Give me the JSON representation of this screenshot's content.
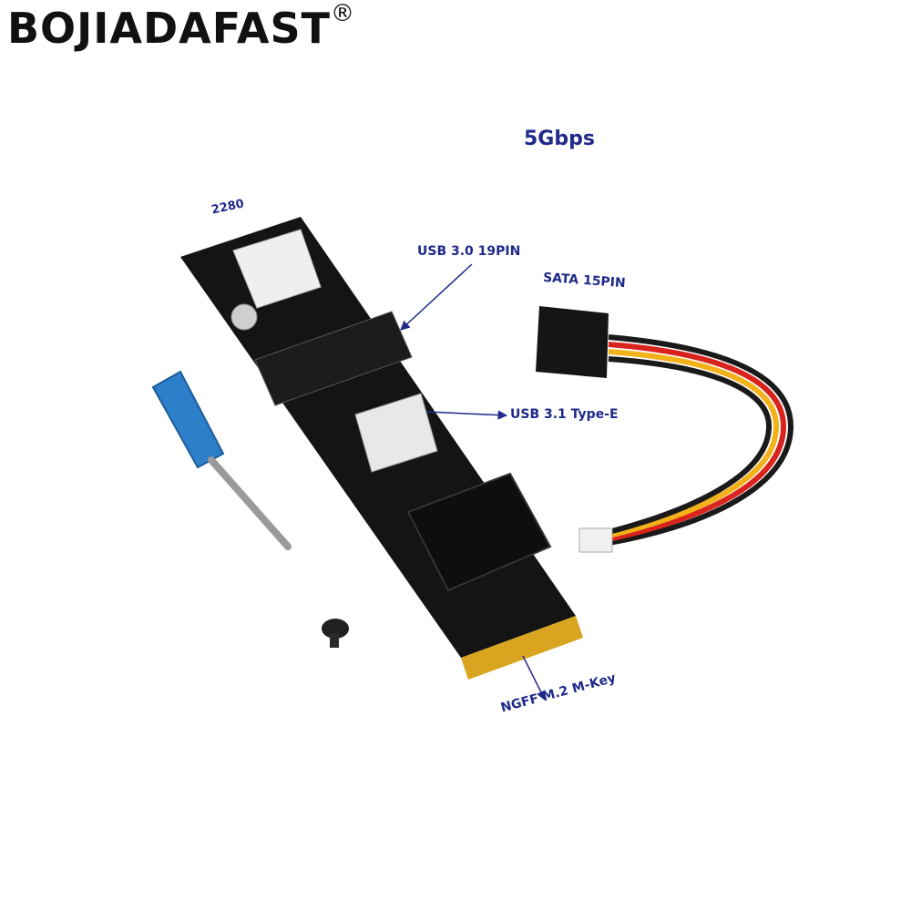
{
  "brand": {
    "name": "BOJIADAFAST",
    "reg_mark": "®"
  },
  "labels": {
    "speed": "5Gbps",
    "form_factor": "2280",
    "usb30": "USB 3.0 19PIN",
    "sata": "SATA 15PIN",
    "typee": "USB 3.1 Type-E",
    "ngff": "NGFF M.2 M-Key"
  },
  "colors": {
    "label_text": "#1f2a8a",
    "pcb": "#141414",
    "gold_contacts": "#d9a521",
    "screwdriver_handle": "#2e7fc9",
    "cable_red": "#d9231d",
    "cable_yellow": "#f3b21a",
    "cable_black": "#1a1a1a"
  }
}
